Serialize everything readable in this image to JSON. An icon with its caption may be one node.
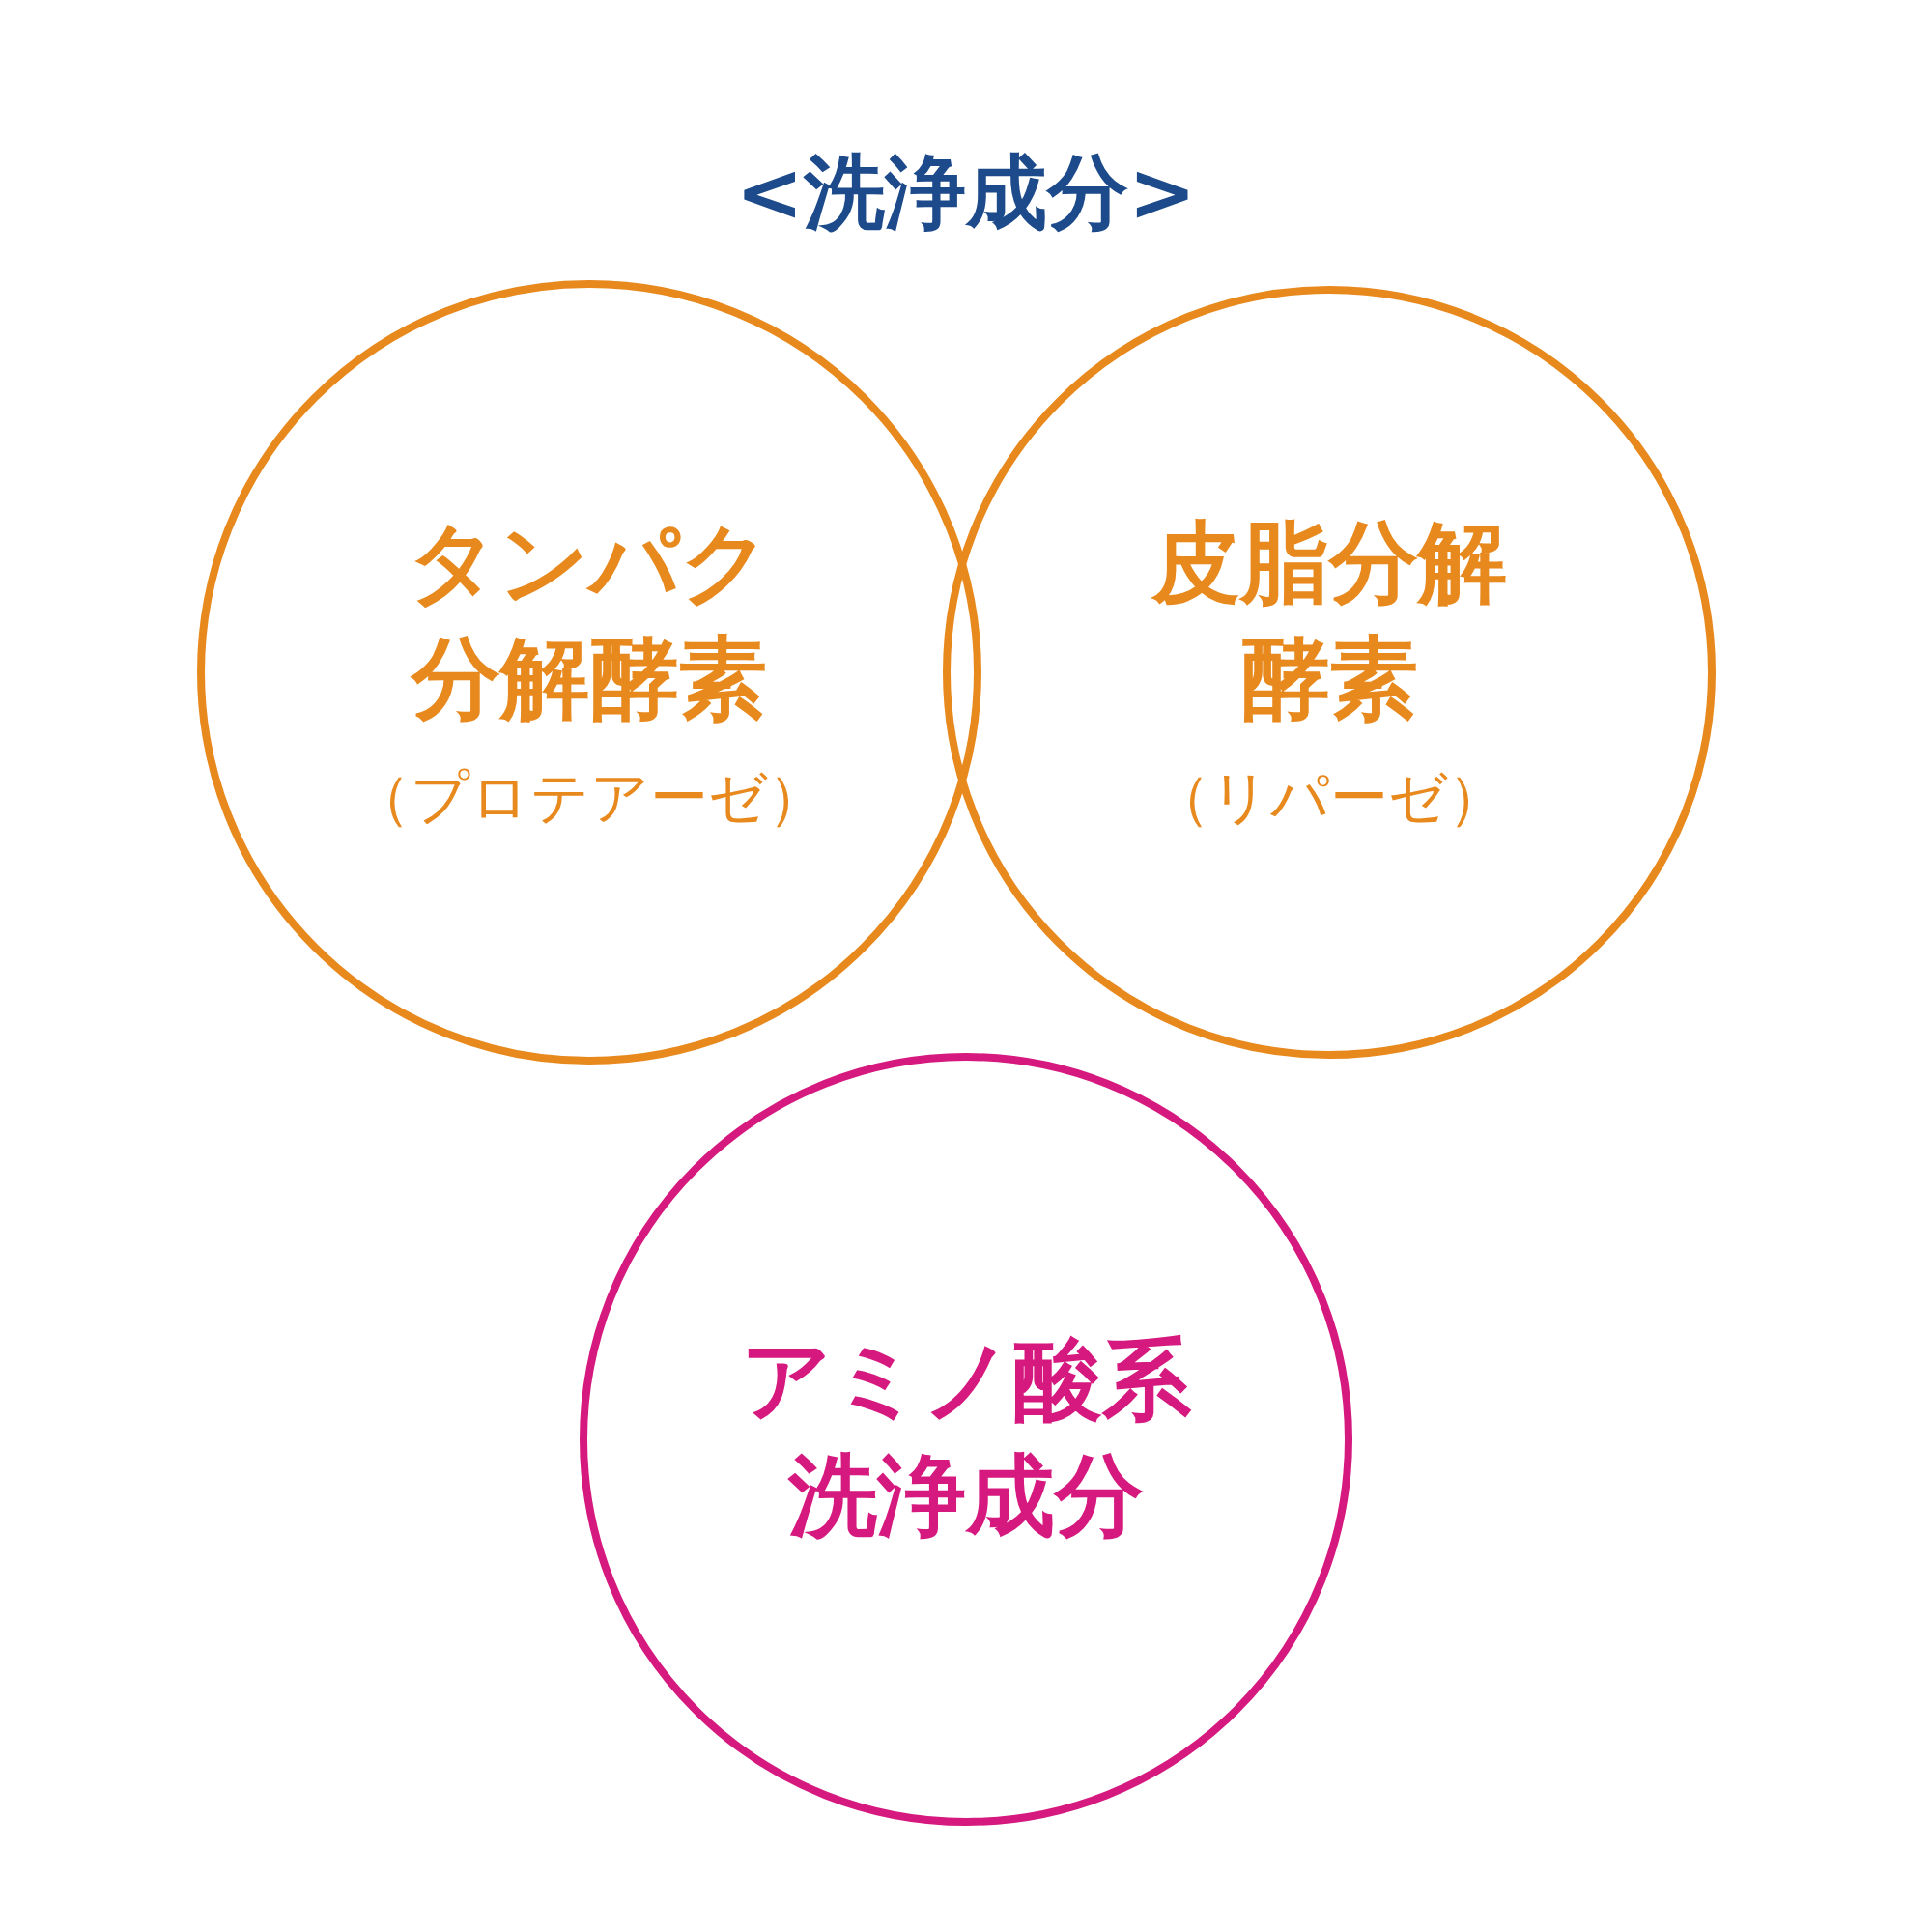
{
  "diagram": {
    "title": "<洗浄成分>",
    "nodes": [
      {
        "text": [
          "タンパク分解酵素",
          "（プロテアーゼ）"
        ]
      },
      {
        "text": [
          "皮脂分解酵素",
          "（リパーゼ）"
        ]
      },
      {
        "text": [
          "アミノ酸系洗浄成分"
        ]
      }
    ]
  }
}
